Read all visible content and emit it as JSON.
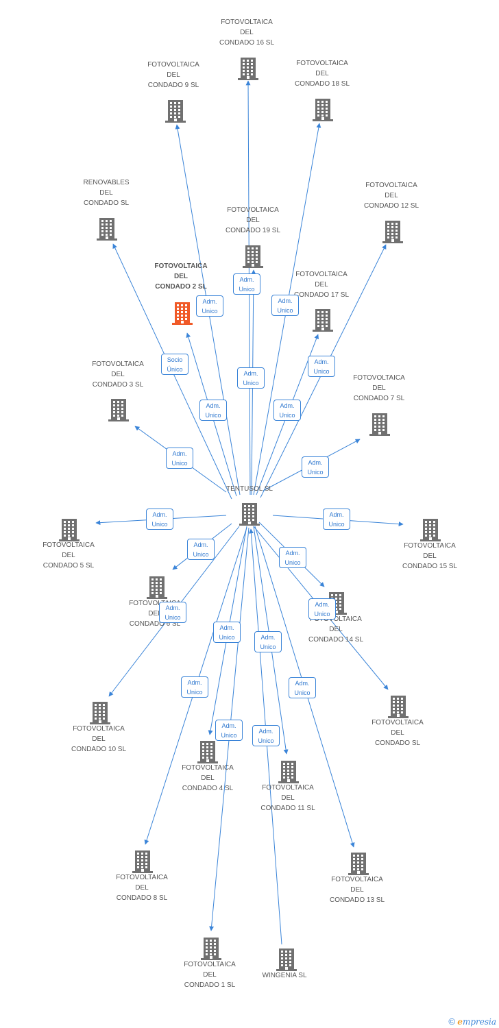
{
  "colors": {
    "edge": "#3a84d8",
    "building": "#707070",
    "highlight": "#f05a28",
    "badge_text": "#2f78cf",
    "label": "#555555"
  },
  "nodes": [
    {
      "id": "center",
      "label": "TENTUSOL SL",
      "highlight": false
    },
    {
      "id": "n16",
      "label": "FOTOVOLTAICA\nDEL\nCONDADO 16 SL",
      "highlight": false
    },
    {
      "id": "n9",
      "label": "FOTOVOLTAICA\nDEL\nCONDADO 9 SL",
      "highlight": false
    },
    {
      "id": "n18",
      "label": "FOTOVOLTAICA\nDEL\nCONDADO 18 SL",
      "highlight": false
    },
    {
      "id": "nren",
      "label": "RENOVABLES\nDEL\nCONDADO SL",
      "highlight": false
    },
    {
      "id": "n12",
      "label": "FOTOVOLTAICA\nDEL\nCONDADO 12 SL",
      "highlight": false
    },
    {
      "id": "n19",
      "label": "FOTOVOLTAICA\nDEL\nCONDADO 19 SL",
      "highlight": false
    },
    {
      "id": "n2",
      "label": "FOTOVOLTAICA\nDEL\nCONDADO 2 SL",
      "highlight": true
    },
    {
      "id": "n17",
      "label": "FOTOVOLTAICA\nDEL\nCONDADO 17 SL",
      "highlight": false
    },
    {
      "id": "n3",
      "label": "FOTOVOLTAICA\nDEL\nCONDADO 3 SL",
      "highlight": false
    },
    {
      "id": "n7",
      "label": "FOTOVOLTAICA\nDEL\nCONDADO 7 SL",
      "highlight": false
    },
    {
      "id": "n5",
      "label": "FOTOVOLTAICA\nDEL\nCONDADO 5 SL",
      "highlight": false
    },
    {
      "id": "n15",
      "label": "FOTOVOLTAICA\nDEL\nCONDADO 15 SL",
      "highlight": false
    },
    {
      "id": "n6",
      "label": "FOTOVOLTAICA\nDEL\nCONDADO 6 SL",
      "highlight": false
    },
    {
      "id": "n14",
      "label": "FOTOVOLTAICA\nDEL\nCONDADO 14 SL",
      "highlight": false
    },
    {
      "id": "n10",
      "label": "FOTOVOLTAICA\nDEL\nCONDADO 10 SL",
      "highlight": false
    },
    {
      "id": "nfc",
      "label": "FOTOVOLTAICA\nDEL\nCONDADO SL",
      "highlight": false
    },
    {
      "id": "n4",
      "label": "FOTOVOLTAICA\nDEL\nCONDADO 4 SL",
      "highlight": false
    },
    {
      "id": "n11",
      "label": "FOTOVOLTAICA\nDEL\nCONDADO 11 SL",
      "highlight": false
    },
    {
      "id": "n8",
      "label": "FOTOVOLTAICA\nDEL\nCONDADO 8 SL",
      "highlight": false
    },
    {
      "id": "n13",
      "label": "FOTOVOLTAICA\nDEL\nCONDADO 13 SL",
      "highlight": false
    },
    {
      "id": "n1",
      "label": "FOTOVOLTAICA\nDEL\nCONDADO 1 SL",
      "highlight": false
    },
    {
      "id": "nwin",
      "label": "WINGENIA SL",
      "highlight": false
    }
  ],
  "edges": [
    {
      "from": "center",
      "to": "n16",
      "label": "Adm.\nUnico"
    },
    {
      "from": "center",
      "to": "n9",
      "label": "Adm.\nUnico"
    },
    {
      "from": "center",
      "to": "n18",
      "label": "Adm.\nUnico"
    },
    {
      "from": "center",
      "to": "nren",
      "label": "Socio\nÚnico"
    },
    {
      "from": "center",
      "to": "n12",
      "label": "Adm.\nUnico"
    },
    {
      "from": "center",
      "to": "n19",
      "label": "Adm.\nUnico"
    },
    {
      "from": "center",
      "to": "n2",
      "label": "Adm.\nUnico"
    },
    {
      "from": "center",
      "to": "n17",
      "label": "Adm.\nUnico"
    },
    {
      "from": "center",
      "to": "n3",
      "label": "Adm.\nUnico"
    },
    {
      "from": "center",
      "to": "n7",
      "label": "Adm.\nUnico"
    },
    {
      "from": "center",
      "to": "n5",
      "label": "Adm.\nUnico"
    },
    {
      "from": "center",
      "to": "n15",
      "label": "Adm.\nUnico"
    },
    {
      "from": "center",
      "to": "n6",
      "label": "Adm.\nUnico"
    },
    {
      "from": "center",
      "to": "n14",
      "label": "Adm.\nUnico"
    },
    {
      "from": "center",
      "to": "n10",
      "label": "Adm.\nUnico"
    },
    {
      "from": "center",
      "to": "nfc",
      "label": "Adm.\nUnico"
    },
    {
      "from": "center",
      "to": "n4",
      "label": "Adm.\nUnico"
    },
    {
      "from": "center",
      "to": "n11",
      "label": "Adm.\nUnico"
    },
    {
      "from": "center",
      "to": "n8",
      "label": "Adm.\nUnico"
    },
    {
      "from": "center",
      "to": "n13",
      "label": "Adm.\nUnico"
    },
    {
      "from": "center",
      "to": "n1",
      "label": "Adm.\nUnico"
    },
    {
      "from": "nwin",
      "to": "center",
      "label": "Adm.\nUnico"
    }
  ],
  "footer": {
    "copyright_symbol": "©",
    "brand_initial": "e",
    "brand_rest": "mpresia"
  }
}
